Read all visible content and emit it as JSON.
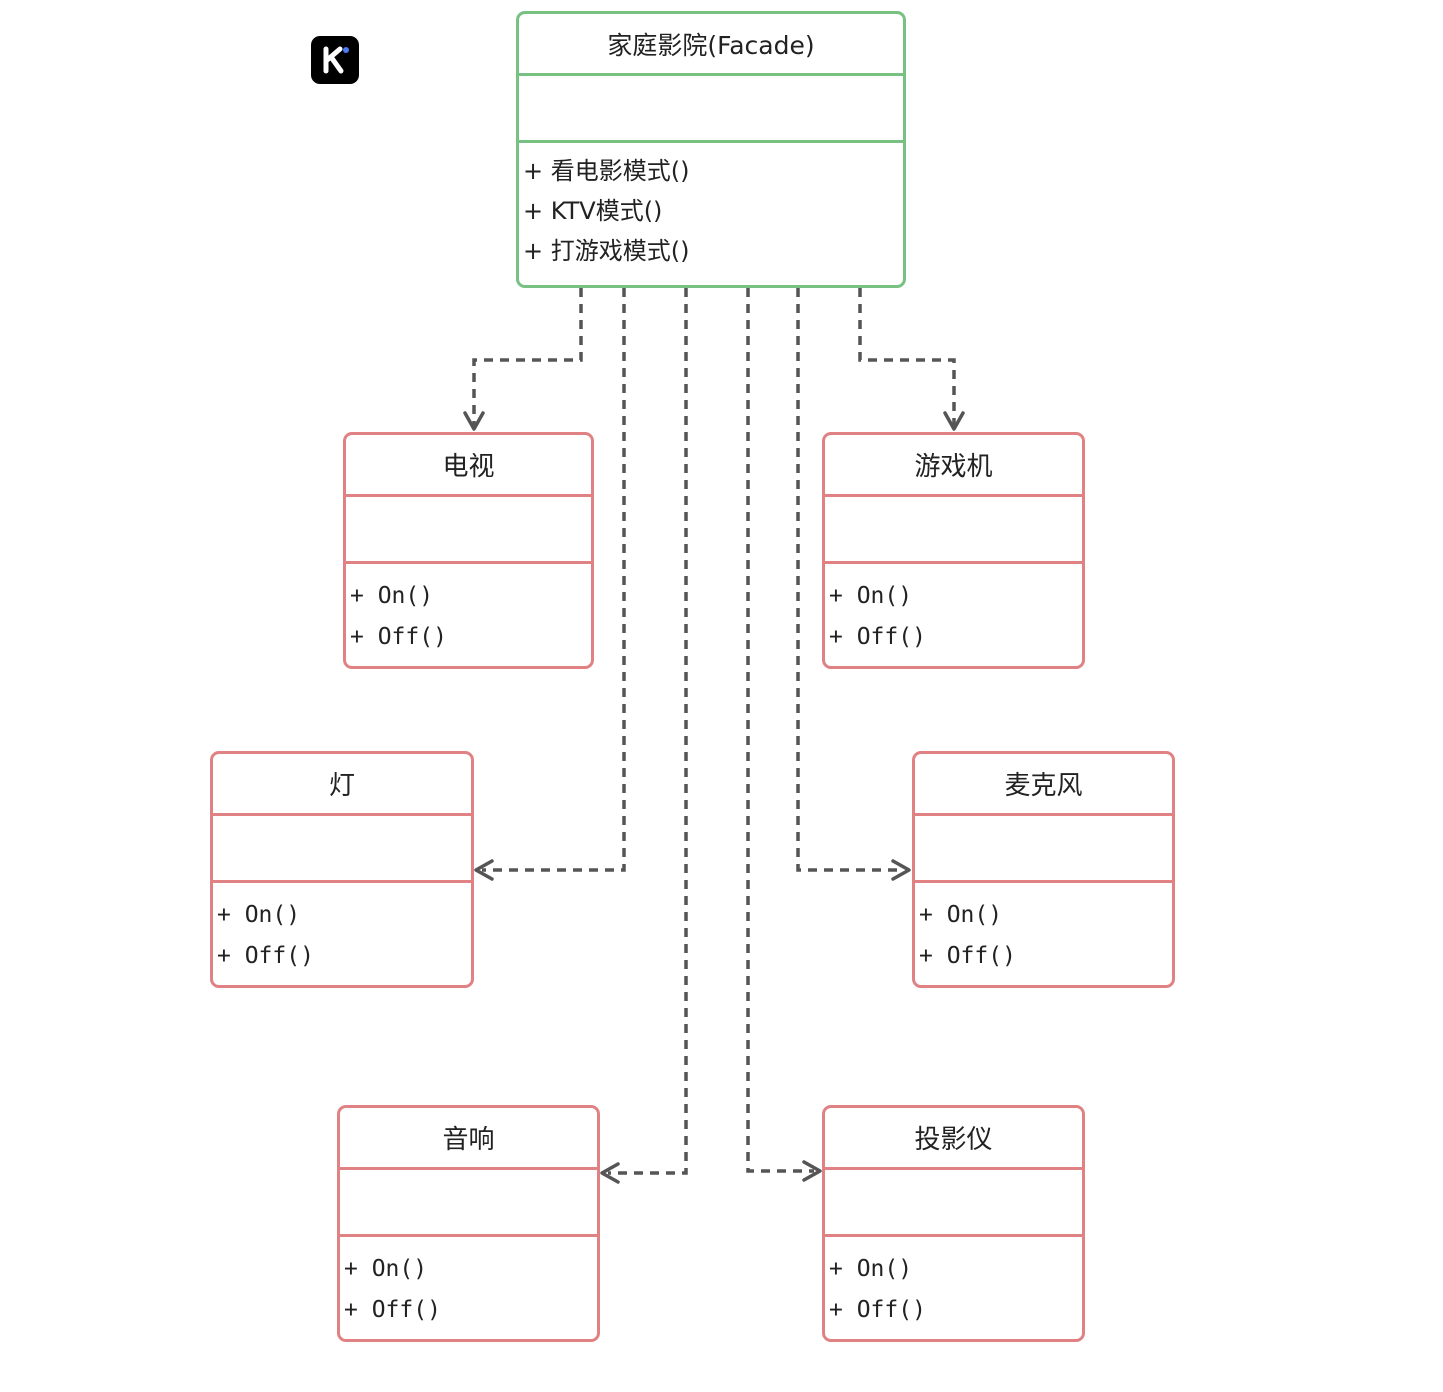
{
  "diagram": {
    "facade": {
      "name": "家庭影院(Facade)",
      "methods": [
        "+  看电影模式()",
        "+  KTV模式()",
        "+  打游戏模式()"
      ]
    },
    "tv": {
      "name": "电视",
      "methods": [
        "+ On()",
        "+ Off()"
      ]
    },
    "console": {
      "name": "游戏机",
      "methods": [
        "+ On()",
        "+ Off()"
      ]
    },
    "light": {
      "name": "灯",
      "methods": [
        "+ On()",
        "+ Off()"
      ]
    },
    "microphone": {
      "name": "麦克风",
      "methods": [
        "+ On()",
        "+ Off()"
      ]
    },
    "speaker": {
      "name": "音响",
      "methods": [
        "+ On()",
        "+ Off()"
      ]
    },
    "projector": {
      "name": "投影仪",
      "methods": [
        "+ On()",
        "+ Off()"
      ]
    }
  },
  "colors": {
    "facade_border": "#77c282",
    "class_border": "#e08283",
    "connector": "#555555"
  },
  "logo": {
    "icon": "k-logo-icon"
  }
}
